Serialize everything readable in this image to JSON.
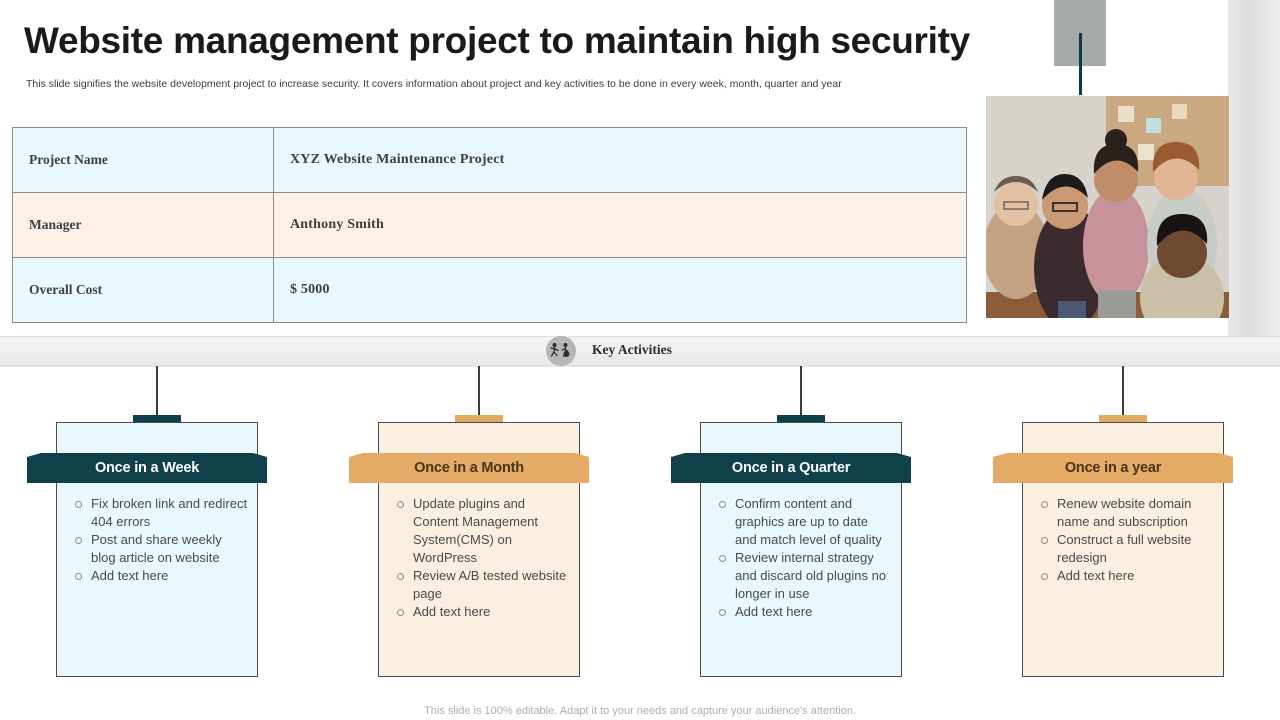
{
  "header": {
    "title": "Website management project to maintain high security",
    "subtitle": "This slide signifies the website development project to increase security. It covers information about project and key activities to be done in every week, month, quarter and year"
  },
  "info_table": {
    "rows": [
      {
        "label": "Project Name",
        "value": "XYZ Website Maintenance Project",
        "tone": "blue"
      },
      {
        "label": "Manager",
        "value": "Anthony Smith",
        "tone": "cream"
      },
      {
        "label": "Overall Cost",
        "value": "$ 5000",
        "tone": "blue"
      }
    ]
  },
  "activities_bar": {
    "label": "Key Activities",
    "icon": "activity-people-icon"
  },
  "cards": [
    {
      "title": "Once in a Week",
      "tone": "blue",
      "items": [
        "Fix broken link and redirect 404 errors",
        "Post and share weekly blog article on website",
        "Add text here"
      ]
    },
    {
      "title": "Once in a Month",
      "tone": "cream",
      "items": [
        "Update plugins and Content Management System(CMS) on WordPress",
        "Review A/B tested website page",
        "Add text here"
      ]
    },
    {
      "title": "Once in a Quarter",
      "tone": "blue",
      "items": [
        "Confirm content and graphics are up to date and match level of quality",
        "Review internal strategy and discard old plugins no longer in use",
        "Add text here"
      ]
    },
    {
      "title": "Once in a year",
      "tone": "cream",
      "items": [
        "Renew website domain name and subscription",
        "Construct a full website redesign",
        "Add text here"
      ]
    }
  ],
  "footer": {
    "note": "This slide is 100% editable. Adapt it to your needs and capture your audience's attention."
  },
  "colors": {
    "dark_teal": "#10404a",
    "tan": "#e3ab66",
    "blue_fill": "#e9f8fc",
    "cream_fill": "#fbefe2",
    "gray_block": "#a6aaa9",
    "bar_gray": "#eeeeee"
  },
  "decorations": {
    "photo_alt": "team-photo"
  }
}
